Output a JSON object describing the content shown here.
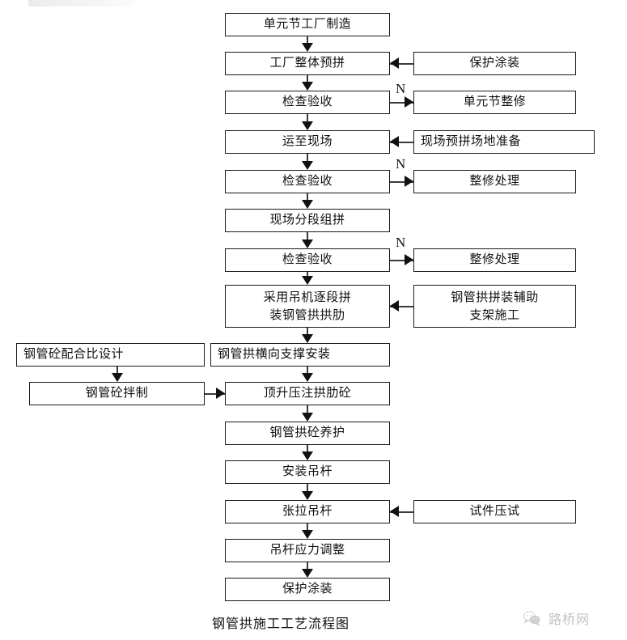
{
  "title": "钢管拱施工工艺流程图",
  "colors": {
    "box_border": "#1a1a1a",
    "connector": "#3a3a3a",
    "arrow": "#111111",
    "background": "#ffffff",
    "text": "#101010"
  },
  "main_flow": [
    {
      "id": "n1",
      "label": "单元节工厂制造"
    },
    {
      "id": "n2",
      "label": "工厂整体预拼"
    },
    {
      "id": "n3",
      "label": "检查验收"
    },
    {
      "id": "n4",
      "label": "运至现场"
    },
    {
      "id": "n5",
      "label": "检查验收"
    },
    {
      "id": "n6",
      "label": "现场分段组拼"
    },
    {
      "id": "n7",
      "label": "检查验收"
    },
    {
      "id": "n8",
      "label": "采用吊机逐段拼\n装钢管拱拱肋"
    },
    {
      "id": "n9",
      "label": "钢管拱横向支撑安装"
    },
    {
      "id": "n10",
      "label": "顶升压注拱肋砼"
    },
    {
      "id": "n11",
      "label": "钢管拱砼养护"
    },
    {
      "id": "n12",
      "label": "安装吊杆"
    },
    {
      "id": "n13",
      "label": "张拉吊杆"
    },
    {
      "id": "n14",
      "label": "吊杆应力调整"
    },
    {
      "id": "n15",
      "label": "保护涂装"
    }
  ],
  "right_nodes": [
    {
      "id": "r1",
      "label": "保护涂装",
      "into": "n2",
      "direction": "left"
    },
    {
      "id": "r2",
      "label": "单元节整修",
      "into": "n3",
      "direction": "right",
      "branch": "N"
    },
    {
      "id": "r3",
      "label": "现场预拼场地准备",
      "into": "n4",
      "direction": "left"
    },
    {
      "id": "r4",
      "label": "整修处理",
      "into": "n5",
      "direction": "right",
      "branch": "N"
    },
    {
      "id": "r5",
      "label": "整修处理",
      "into": "n7",
      "direction": "right",
      "branch": "N"
    },
    {
      "id": "r6",
      "label": "钢管拱拼装辅助\n支架施工",
      "into": "n8",
      "direction": "left"
    },
    {
      "id": "r7",
      "label": "试件压试",
      "into": "n13",
      "direction": "left"
    }
  ],
  "left_nodes": [
    {
      "id": "l1",
      "label": "钢管砼配合比设计"
    },
    {
      "id": "l2",
      "label": "钢管砼拌制",
      "into": "n10",
      "direction": "right"
    }
  ],
  "branch_labels": [
    "N",
    "N",
    "N"
  ],
  "watermark": {
    "text": "路桥网",
    "icon": "wechat-bubble-icon"
  }
}
